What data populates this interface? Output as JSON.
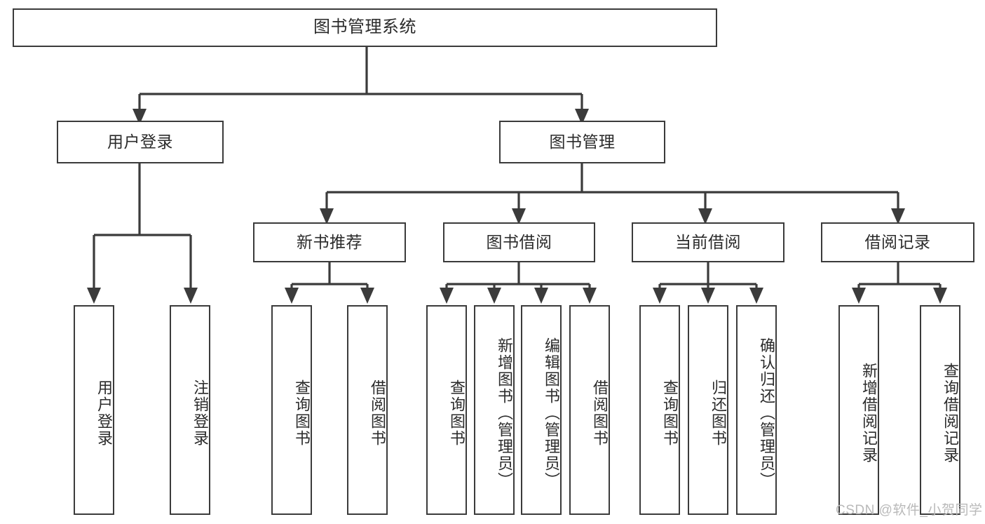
{
  "diagram": {
    "title": "图书管理系统",
    "type": "hierarchy-tree",
    "watermark": "CSDN @软件_小贺同学",
    "colors": {
      "stroke": "#3b3b3b",
      "text": "#2b2b2b",
      "background": "#ffffff",
      "watermark": "#b9b9b9"
    },
    "root": {
      "label": "图书管理系统"
    },
    "level2": [
      {
        "label": "用户登录"
      },
      {
        "label": "图书管理"
      }
    ],
    "level3": [
      {
        "label": "新书推荐"
      },
      {
        "label": "图书借阅"
      },
      {
        "label": "当前借阅"
      },
      {
        "label": "借阅记录"
      }
    ],
    "leaves": {
      "user_login": [
        {
          "label": "用户登录"
        },
        {
          "label": "注销登录"
        }
      ],
      "new_book_recommend": [
        {
          "label": "查询图书"
        },
        {
          "label": "借阅图书"
        }
      ],
      "book_borrow": [
        {
          "label": "查询图书"
        },
        {
          "label": "新增图书（管理员）"
        },
        {
          "label": "编辑图书（管理员）"
        },
        {
          "label": "借阅图书"
        }
      ],
      "current_borrow": [
        {
          "label": "查询图书"
        },
        {
          "label": "归还图书"
        },
        {
          "label": "确认归还（管理员）"
        }
      ],
      "borrow_records": [
        {
          "label": "新增借阅记录"
        },
        {
          "label": "查询借阅记录"
        }
      ]
    }
  }
}
